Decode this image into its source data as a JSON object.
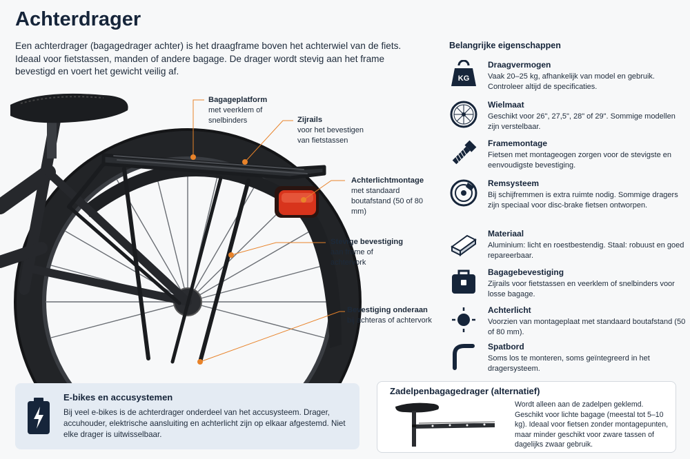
{
  "title": "Achterdrager",
  "intro": "Een achterdrager (bagagedrager achter) is het draagframe boven het achterwiel van de fiets. Ideaal voor fietstassen, manden of andere bagage. De drager wordt stevig aan het frame bevestigd en voert het gewicht veilig af.",
  "callouts": [
    {
      "title": "Bagageplatform",
      "desc": "met veerklem of snelbinders"
    },
    {
      "title": "Zijrails",
      "desc": "voor het bevestigen van fietstassen"
    },
    {
      "title": "Achterlichtmontage",
      "desc": "met standaard boutafstand (50 of 80 mm)"
    },
    {
      "title": "Stevige bevestiging",
      "desc": "aan frame of achtervork"
    },
    {
      "title": "Bevestiging onderaan",
      "desc": "bij achteras of achtervork"
    }
  ],
  "properties_heading": "Belangrijke eigenschappen",
  "properties": [
    {
      "icon": "weight-kg-icon",
      "icon_text": "KG",
      "title": "Draagvermogen",
      "desc": "Vaak 20–25 kg, afhankelijk van model en gebruik. Controleer altijd de specificaties."
    },
    {
      "icon": "wheel-icon",
      "title": "Wielmaat",
      "desc": "Geschikt voor 26\", 27,5\", 28\" of 29\". Sommige modellen zijn verstelbaar."
    },
    {
      "icon": "bolt-icon",
      "title": "Framemontage",
      "desc": "Fietsen met montageogen zorgen voor de stevigste en eenvoudigste bevestiging."
    },
    {
      "icon": "disc-brake-icon",
      "title": "Remsysteem",
      "desc": "Bij schijfremmen is extra ruimte nodig. Sommige dragers zijn speciaal voor disc-brake fietsen ontworpen."
    },
    {
      "icon": "material-bar-icon",
      "title": "Materiaal",
      "desc": "Aluminium: licht en roestbestendig. Staal: robuust en goed repareerbaar."
    },
    {
      "icon": "pannier-bag-icon",
      "title": "Bagagebevestiging",
      "desc": "Zijrails voor fietstassen en veerklem of snelbinders voor losse bagage."
    },
    {
      "icon": "rear-light-icon",
      "title": "Achterlicht",
      "desc": "Voorzien van montageplaat met standaard boutafstand (50 of 80 mm)."
    },
    {
      "icon": "fender-icon",
      "title": "Spatbord",
      "desc": "Soms los te monteren, soms geïntegreerd in het dragersysteem."
    }
  ],
  "ebike": {
    "icon": "battery-icon",
    "title": "E-bikes en accusystemen",
    "desc": "Bij veel e-bikes is de achterdrager onderdeel van het accusysteem. Drager, accuhouder, elektrische aansluiting en achterlicht zijn op elkaar afgestemd. Niet elke drager is uitwisselbaar."
  },
  "seatpost": {
    "title": "Zadelpenbagagedrager (alternatief)",
    "desc": "Wordt alleen aan de zadelpen geklemd. Geschikt voor lichte bagage (meestal tot 5–10 kg). Ideaal voor fietsen zonder montagepunten, maar minder geschikt voor zware tassen of dagelijks zwaar gebruik."
  },
  "colors": {
    "accent": "#e8832a",
    "navy": "#16253a",
    "rear_light": "#d8341c",
    "ebike_box": "#e4ebf3"
  }
}
